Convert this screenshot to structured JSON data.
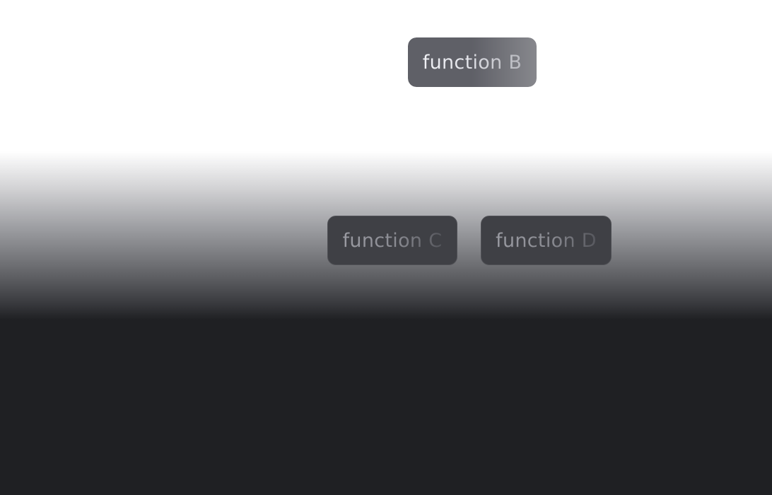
{
  "nodes": {
    "b": {
      "label": "function B"
    },
    "c": {
      "label": "function C"
    },
    "d": {
      "label": "function D"
    }
  },
  "colors": {
    "light_background": "#ffffff",
    "dark_background": "#1f2023",
    "node_b_fill": "#5f6067",
    "node_cd_fill": "#3f4045"
  }
}
